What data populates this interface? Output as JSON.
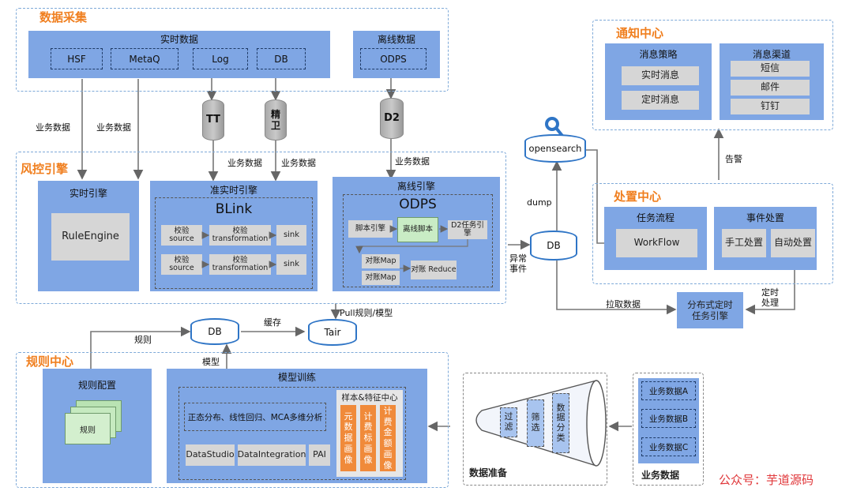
{
  "data_collection": {
    "title": "数据采集",
    "realtime_title": "实时数据",
    "realtime_items": [
      "HSF",
      "MetaQ",
      "Log",
      "DB"
    ],
    "offline_title": "离线数据",
    "offline_item": "ODPS"
  },
  "middleware": {
    "tt": "TT",
    "jingwei": "精卫",
    "d2": "D2"
  },
  "edge_labels": {
    "biz1": "业务数据",
    "biz2": "业务数据",
    "biz3": "业务数据",
    "biz4": "业务数据",
    "biz5": "业务数据",
    "dump": "dump",
    "abnormal": "异常事件",
    "pull_data": "拉取数据",
    "timed": "定时处理",
    "alarm": "告警",
    "rules": "规则",
    "model": "模型",
    "cache": "缓存",
    "pull_rules": "Pull规则/模型"
  },
  "risk_engine": {
    "title": "风控引擎",
    "realtime": {
      "title": "实时引擎",
      "rule_engine": "RuleEngine"
    },
    "near_realtime": {
      "title": "准实时引擎",
      "blink": "BLink",
      "rows": [
        {
          "source": "校验 source",
          "transform": "校验 transformation",
          "sink": "sink"
        },
        {
          "source": "校验 source",
          "transform": "校验 transformation",
          "sink": "sink"
        }
      ]
    },
    "offline": {
      "title": "离线引擎",
      "odps": "ODPS",
      "script_engine": "脚本引擎",
      "offline_script": "离线脚本",
      "d2_task": "D2任务引擎",
      "map1": "对账Map",
      "map2": "对账Map",
      "reduce": "对账 Reduce"
    }
  },
  "opensearch": "opensearch",
  "db_labels": {
    "center_db": "DB",
    "rule_db": "DB",
    "tair": "Tair"
  },
  "notification": {
    "title": "通知中心",
    "strategy_title": "消息策略",
    "strategy_items": [
      "实时消息",
      "定时消息"
    ],
    "channel_title": "消息渠道",
    "channel_items": [
      "短信",
      "邮件",
      "钉钉"
    ]
  },
  "disposal": {
    "title": "处置中心",
    "flow_title": "任务流程",
    "workflow": "WorkFlow",
    "event_title": "事件处置",
    "manual": "手工处置",
    "auto": "自动处置"
  },
  "scheduler": "分布式定时任务引擎",
  "rule_center": {
    "title": "规则中心",
    "config_title": "规则配置",
    "doc_label": "规则",
    "training_title": "模型训练",
    "analysis": "正态分布、线性回归、MCA多维分析",
    "tools": [
      "DataStudio",
      "DataIntegration",
      "PAI"
    ],
    "feature_title": "样本&特征中心",
    "features": [
      "元数据画像",
      "计费标画像",
      "计费金额画像"
    ]
  },
  "data_prep": {
    "title": "数据准备",
    "steps": [
      "过滤",
      "筛选",
      "数据分类"
    ]
  },
  "biz_data": {
    "title": "业务数据",
    "items": [
      "业务数据A",
      "业务数据B",
      "业务数据C"
    ]
  },
  "watermark": "公众号：芋道源码"
}
